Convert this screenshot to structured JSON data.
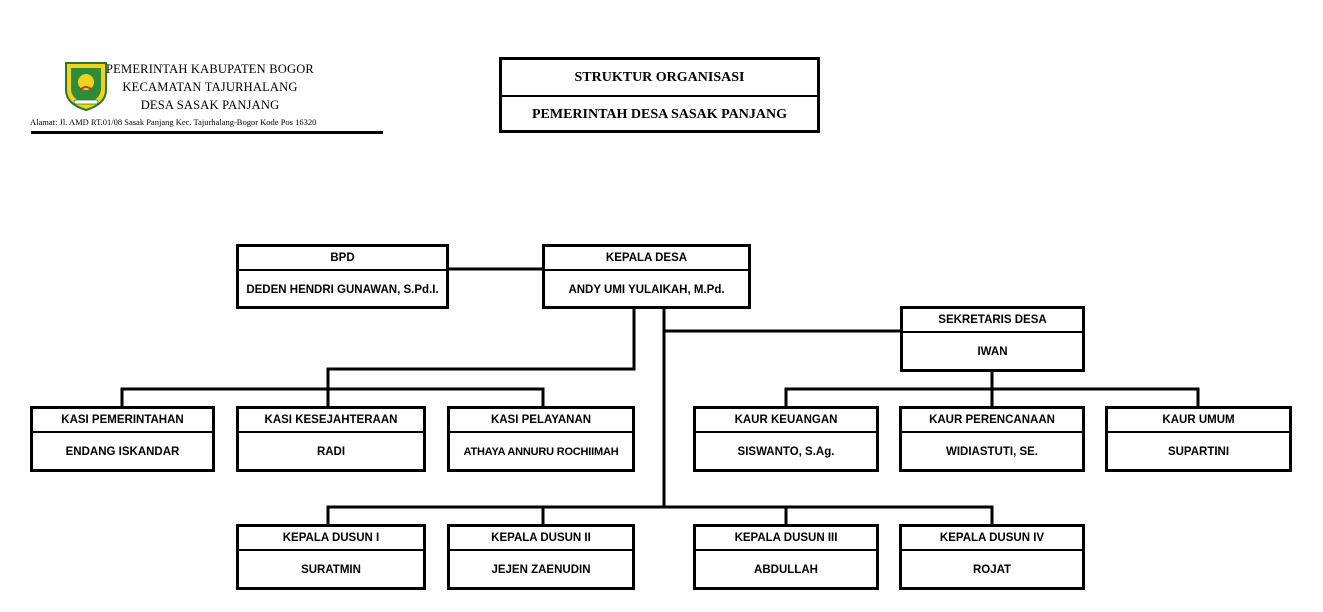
{
  "header": {
    "line1": "PEMERINTAH KABUPATEN BOGOR",
    "line2": "KECAMATAN TAJURHALANG",
    "line3": "DESA SASAK PANJANG",
    "address": "Alamat: Jl. AMD RT.01/08 Sasak Panjang Kec. Tajurhalang-Bogor Kode Pos 16320",
    "logo_icon": "bogor-regency-emblem-icon"
  },
  "title": {
    "line1": "STRUKTUR ORGANISASI",
    "line2": "PEMERINTAH DESA SASAK PANJANG"
  },
  "org": {
    "bpd": {
      "title": "BPD",
      "name": "DEDEN HENDRI GUNAWAN, S.Pd.I."
    },
    "kepala_desa": {
      "title": "KEPALA DESA",
      "name": "ANDY UMI YULAIKAH, M.Pd."
    },
    "sekretaris": {
      "title": "SEKRETARIS DESA",
      "name": "IWAN"
    },
    "kasi": [
      {
        "title": "KASI PEMERINTAHAN",
        "name": "ENDANG ISKANDAR"
      },
      {
        "title": "KASI KESEJAHTERAAN",
        "name": "RADI"
      },
      {
        "title": "KASI PELAYANAN",
        "name": "ATHAYA ANNURU ROCHIIMAH"
      }
    ],
    "kaur": [
      {
        "title": "KAUR KEUANGAN",
        "name": "SISWANTO, S.Ag."
      },
      {
        "title": "KAUR PERENCANAAN",
        "name": "WIDIASTUTI, SE."
      },
      {
        "title": "KAUR UMUM",
        "name": "SUPARTINI"
      }
    ],
    "dusun": [
      {
        "title": "KEPALA DUSUN I",
        "name": "SURATMIN"
      },
      {
        "title": "KEPALA DUSUN II",
        "name": "JEJEN ZAENUDIN"
      },
      {
        "title": "KEPALA DUSUN III",
        "name": "ABDULLAH"
      },
      {
        "title": "KEPALA DUSUN IV",
        "name": "ROJAT"
      }
    ]
  }
}
